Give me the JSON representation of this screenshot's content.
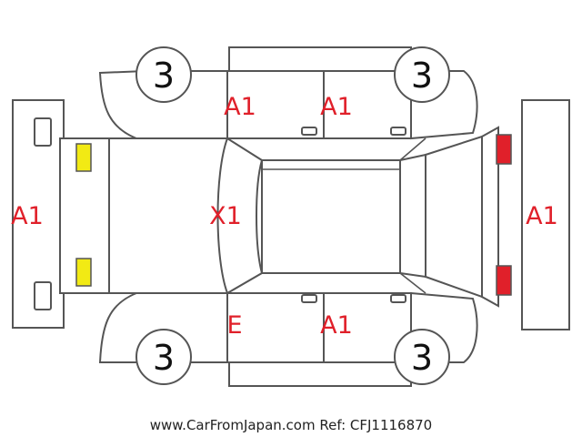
{
  "legend_colors": {
    "front_lights": "#f2ea14",
    "rear_lights": "#e0202a",
    "codes": "#e0202a",
    "outline": "#555555"
  },
  "wheels": {
    "front_left": "3",
    "rear_left": "3",
    "front_right": "3",
    "rear_right": "3"
  },
  "codes": {
    "front_bumper": "A1",
    "rear_bumper": "A1",
    "left_front_door": "A1",
    "left_rear_door": "A1",
    "roof_windshield": "X1",
    "right_front_door": "E",
    "right_rear_door": "A1"
  },
  "footer": "www.CarFromJapan.com Ref: CFJ1116870"
}
